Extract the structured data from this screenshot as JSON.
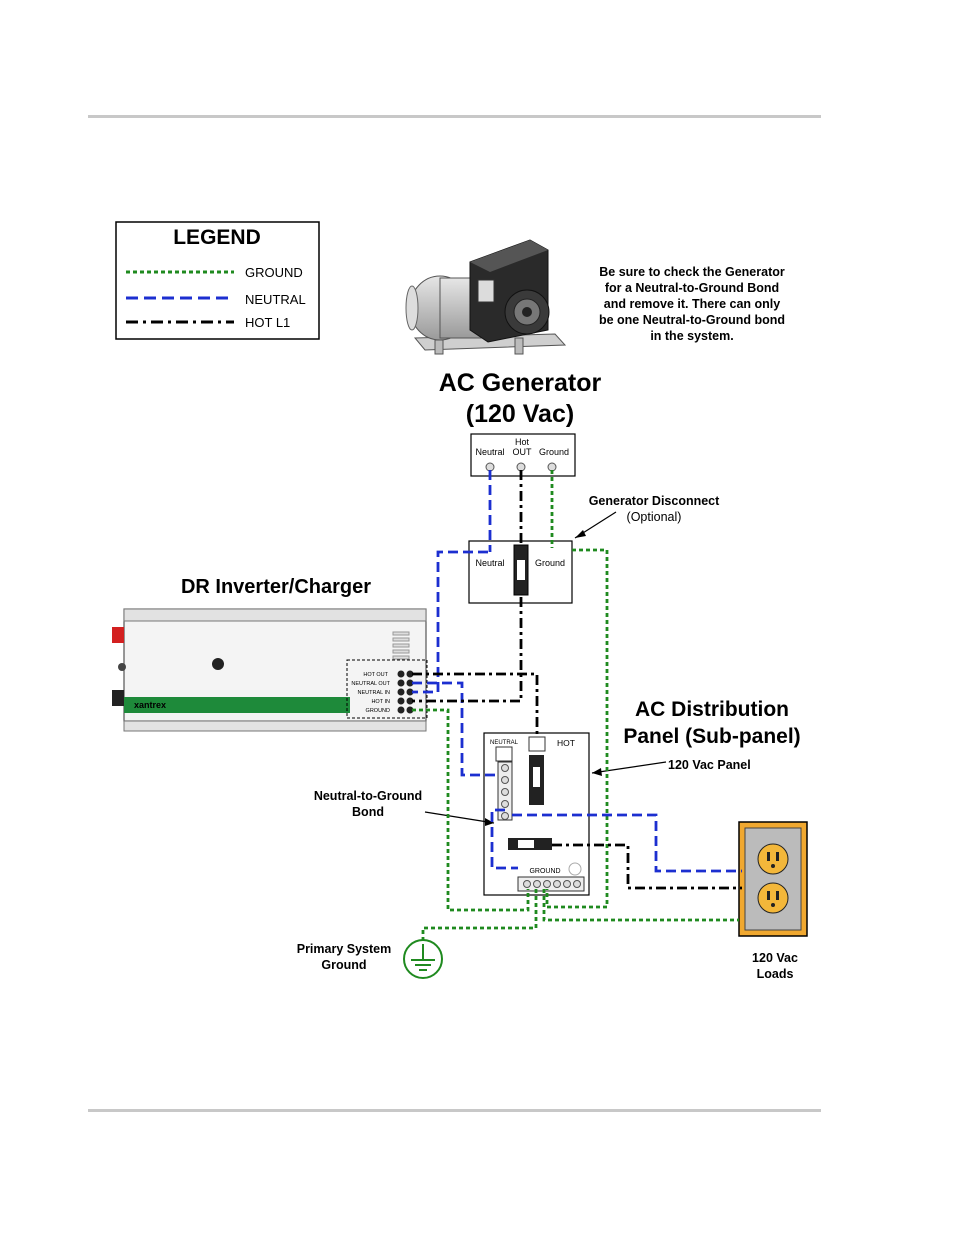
{
  "legend": {
    "title": "LEGEND",
    "items": [
      {
        "label": "GROUND",
        "color": "#1f8a1f",
        "style": "dotted"
      },
      {
        "label": "NEUTRAL",
        "color": "#1c2fd0",
        "style": "dashed"
      },
      {
        "label": "HOT L1",
        "color": "#000000",
        "style": "dash-dot"
      }
    ]
  },
  "generator": {
    "title_line1": "AC Generator",
    "title_line2": "(120 Vac)",
    "note_lines": [
      "Be sure to check the Generator",
      "for a Neutral-to-Ground Bond",
      "and remove it.  There can only",
      "be one Neutral-to-Ground bond",
      "in the system."
    ],
    "terminal_neutral": "Neutral",
    "terminal_hot_line1": "Hot",
    "terminal_hot_line2": "OUT",
    "terminal_ground": "Ground"
  },
  "disconnect": {
    "label_line1": "Generator Disconnect",
    "label_line2": "(Optional)",
    "neutral": "Neutral",
    "ground": "Ground"
  },
  "inverter": {
    "title": "DR Inverter/Charger",
    "brand": "xantrex",
    "terminals": [
      "HOT OUT",
      "NEUTRAL OUT",
      "NEUTRAL IN",
      "HOT IN",
      "GROUND"
    ]
  },
  "panel": {
    "title_line1": "AC Distribution",
    "title_line2": "Panel (Sub-panel)",
    "callout": "120 Vac Panel",
    "neutral": "NEUTRAL",
    "hot": "HOT",
    "ground": "GROUND"
  },
  "bond": {
    "line1": "Neutral-to-Ground",
    "line2": "Bond"
  },
  "primary_ground": {
    "line1": "Primary System",
    "line2": "Ground"
  },
  "loads": {
    "line1": "120 Vac",
    "line2": "Loads"
  }
}
